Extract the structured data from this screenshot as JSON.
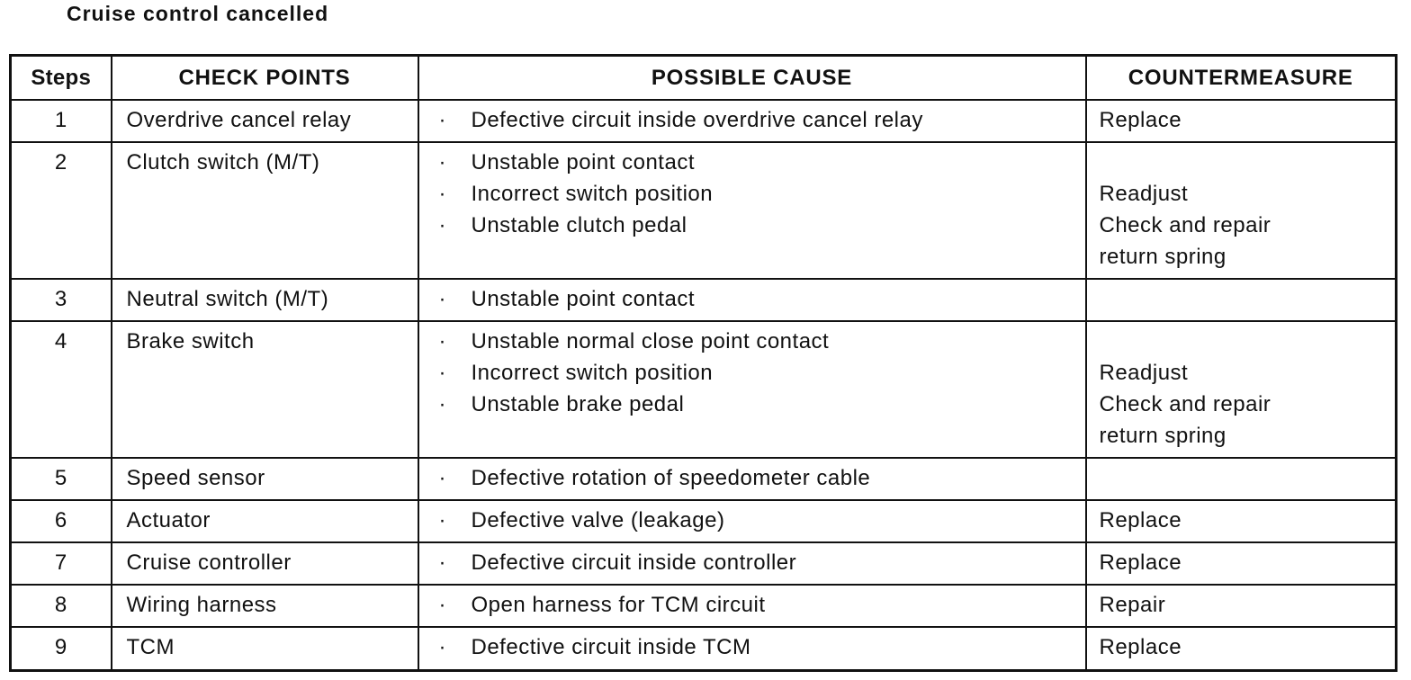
{
  "title": "Cruise control cancelled",
  "table": {
    "headers": {
      "steps": "Steps",
      "check_points": "CHECK POINTS",
      "possible_cause": "POSSIBLE CAUSE",
      "countermeasure": "COUNTERMEASURE"
    },
    "bullet": "·",
    "rows": [
      {
        "step": "1",
        "check_point": "Overdrive cancel relay",
        "causes": [
          "Defective circuit inside overdrive cancel relay"
        ],
        "countermeasures": [
          "Replace"
        ]
      },
      {
        "step": "2",
        "check_point": "Clutch switch (M/T)",
        "causes": [
          "Unstable point contact",
          "Incorrect switch position",
          "Unstable clutch pedal"
        ],
        "countermeasures": [
          "Readjust",
          "Check and repair",
          "return spring"
        ]
      },
      {
        "step": "3",
        "check_point": "Neutral switch (M/T)",
        "causes": [
          "Unstable point contact"
        ],
        "countermeasures": []
      },
      {
        "step": "4",
        "check_point": "Brake switch",
        "causes": [
          "Unstable normal close point contact",
          "Incorrect switch position",
          "Unstable brake pedal"
        ],
        "countermeasures": [
          "Readjust",
          "Check and repair",
          "return spring"
        ]
      },
      {
        "step": "5",
        "check_point": "Speed sensor",
        "causes": [
          "Defective rotation of speedometer cable"
        ],
        "countermeasures": []
      },
      {
        "step": "6",
        "check_point": "Actuator",
        "causes": [
          "Defective valve (leakage)"
        ],
        "countermeasures": [
          "Replace"
        ]
      },
      {
        "step": "7",
        "check_point": "Cruise controller",
        "causes": [
          "Defective circuit inside controller"
        ],
        "countermeasures": [
          "Replace"
        ]
      },
      {
        "step": "8",
        "check_point": "Wiring harness",
        "causes": [
          "Open harness for TCM circuit"
        ],
        "countermeasures": [
          "Repair"
        ]
      },
      {
        "step": "9",
        "check_point": "TCM",
        "causes": [
          "Defective circuit inside TCM"
        ],
        "countermeasures": [
          "Replace"
        ]
      }
    ]
  }
}
